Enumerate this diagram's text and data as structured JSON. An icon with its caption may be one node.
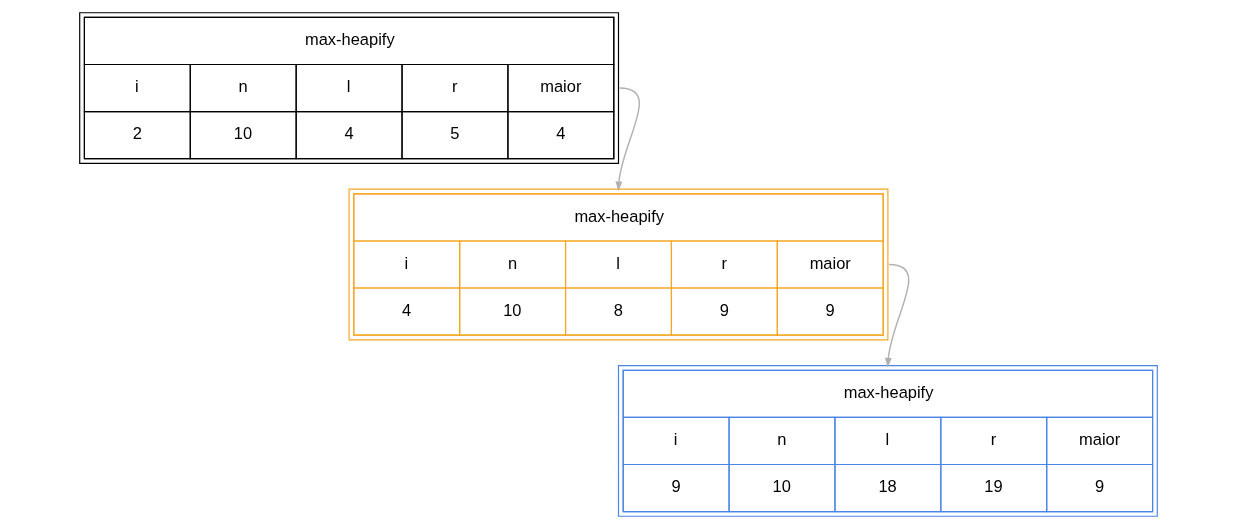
{
  "diagram": {
    "nodes": [
      {
        "text": [
          "max-heapify",
          "i",
          "n",
          "l",
          "r",
          "maior",
          "2",
          "10",
          "4",
          "5",
          "4"
        ]
      },
      {
        "text": [
          "max-heapify",
          "i",
          "n",
          "l",
          "r",
          "maior",
          "4",
          "10",
          "8",
          "9",
          "9"
        ]
      },
      {
        "text": [
          "max-heapify",
          "i",
          "n",
          "l",
          "r",
          "maior",
          "9",
          "10",
          "18",
          "19",
          "9"
        ]
      }
    ],
    "edges": [
      {
        "from": 0,
        "to": 1,
        "arrow": "to"
      },
      {
        "from": 1,
        "to": 2,
        "arrow": "to"
      }
    ]
  }
}
